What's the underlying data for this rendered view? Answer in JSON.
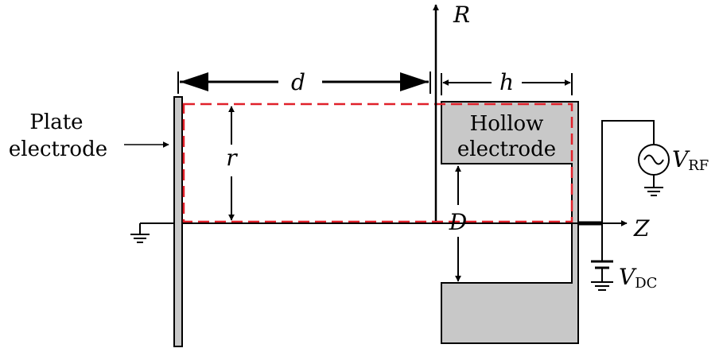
{
  "labels": {
    "plate_line1": "Plate",
    "plate_line2": "electrode",
    "hollow_line1": "Hollow",
    "hollow_line2": "electrode",
    "axis_r": "R",
    "axis_z": "Z",
    "dim_d": "d",
    "dim_h": "h",
    "dim_r": "r",
    "dim_D": "D",
    "vrf_main": "V",
    "vrf_sub": "RF",
    "vdc_main": "V",
    "vdc_sub": "DC"
  },
  "colors": {
    "line": "#000000",
    "electrode_fill": "#c8c8c8",
    "dashed_region": "#e0202a"
  }
}
